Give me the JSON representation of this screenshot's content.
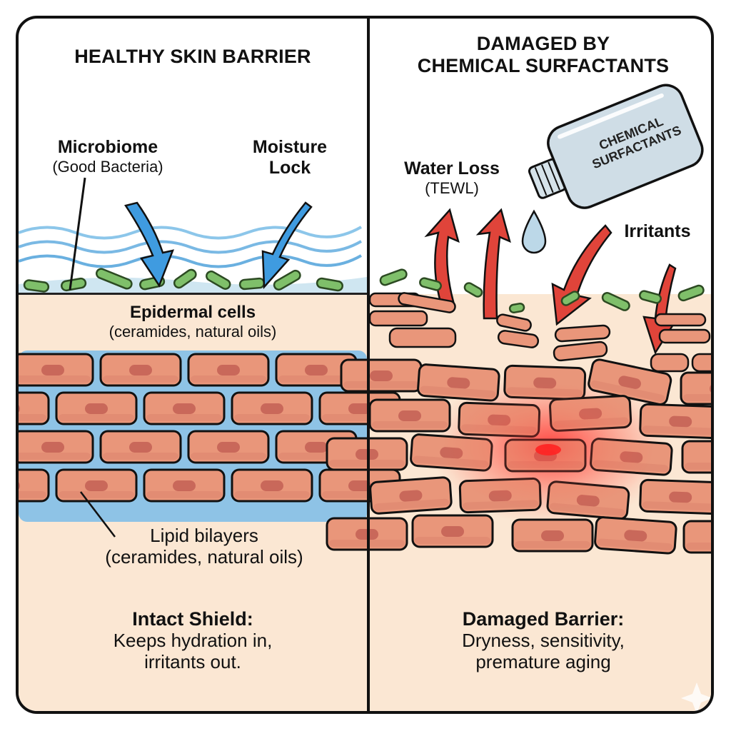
{
  "left_panel": {
    "title": "HEALTHY SKIN BARRIER",
    "labels": {
      "microbiome": "Microbiome",
      "microbiome_sub": "(Good Bacteria)",
      "moisture": "Moisture",
      "moisture_2": "Lock",
      "epidermal": "Epidermal cells",
      "epidermal_sub": "(ceramides, natural oils)",
      "lipid": "Lipid bilayers",
      "lipid_sub": "(ceramides, natural oils)"
    },
    "summary": {
      "heading": "Intact Shield:",
      "line1": "Keeps hydration in,",
      "line2": "irritants out."
    }
  },
  "right_panel": {
    "title_line1": "DAMAGED BY",
    "title_line2": "CHEMICAL SURFACTANTS",
    "bottle": {
      "line1": "CHEMICAL",
      "line2": "SURFACTANTS"
    },
    "labels": {
      "water_loss": "Water Loss",
      "water_loss_sub": "(TEWL)",
      "irritants": "Irritants"
    },
    "summary": {
      "heading": "Damaged Barrier:",
      "line1": "Dryness, sensitivity,",
      "line2": "premature aging"
    }
  },
  "colors": {
    "outline": "#111111",
    "skin": "#fbe7d3",
    "cell": "#e9967a",
    "nucleus": "#c9685a",
    "lipid_blue": "#8ec3e6",
    "arrow_blue": "#3f9be0",
    "arrow_red": "#e0443a",
    "bacteria_green": "#7fbf6a",
    "inflammation": "#ff3b30"
  }
}
